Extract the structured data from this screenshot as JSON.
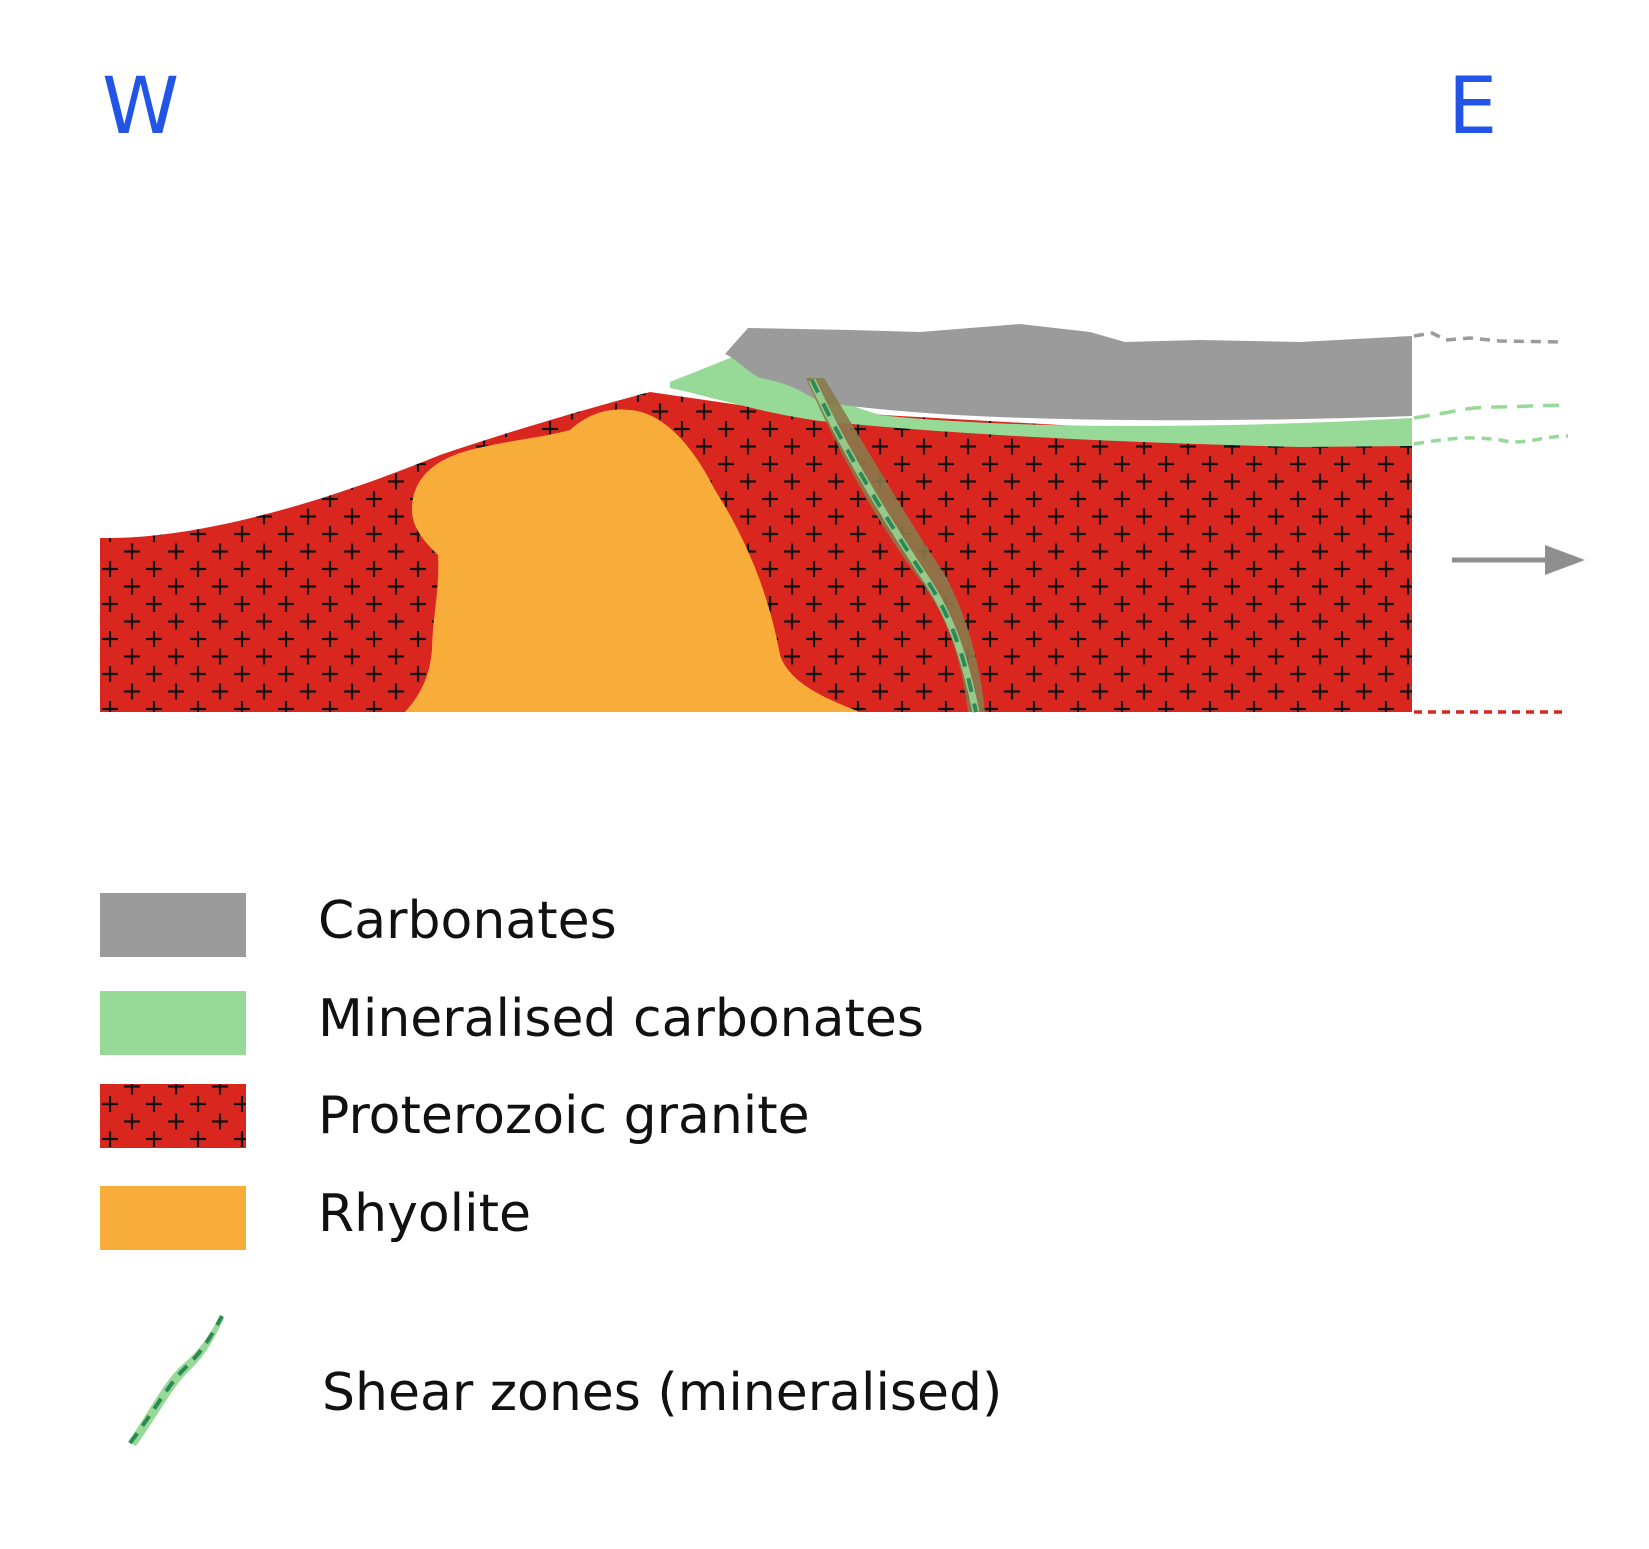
{
  "compass": {
    "west": "W",
    "east": "E",
    "color": "#2255e6"
  },
  "colors": {
    "carbonates": "#9b9b9b",
    "mineralised_carbonates": "#97d997",
    "granite": "#d9261f",
    "rhyolite": "#f8ad3b",
    "shear_zone": "#8a7a4a",
    "shear_dash": "#2b8a57",
    "arrow": "#8f8f8f"
  },
  "legend": {
    "items": [
      {
        "label": "Carbonates",
        "swatch": "carbonates"
      },
      {
        "label": "Mineralised carbonates",
        "swatch": "mineralised_carbonates"
      },
      {
        "label": "Proterozoic granite",
        "swatch": "granite"
      },
      {
        "label": "Rhyolite",
        "swatch": "rhyolite"
      },
      {
        "label": "Shear zones (mineralised)",
        "swatch": "shear_zone"
      }
    ]
  }
}
